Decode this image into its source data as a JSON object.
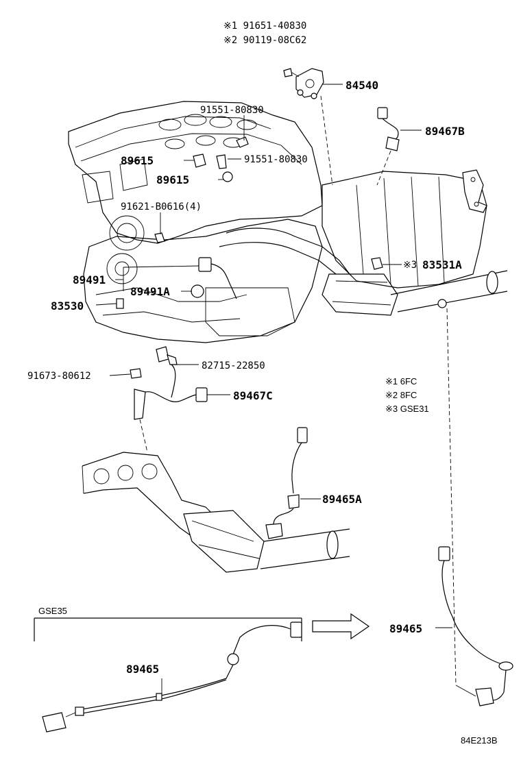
{
  "header_notes": {
    "note1": "※1 91651-40830",
    "note2": "※2 90119-08C62"
  },
  "labels": {
    "p84540": "84540",
    "p89467B": "89467B",
    "p91551_a": "91551-80830",
    "p91551_b": "91551-80830",
    "p89615_a": "89615",
    "p89615_b": "89615",
    "p91621": "91621-B0616(4)",
    "p89491": "89491",
    "p89491A": "89491A",
    "p83530": "83530",
    "p83531A_mark": "※3",
    "p83531A": "83531A",
    "p91673": "91673-80612",
    "p82715": "82715-22850",
    "p89467C": "89467C",
    "p89465A": "89465A",
    "p89465_right": "89465",
    "p89465_left": "89465"
  },
  "legend": {
    "l1": "※1 6FC",
    "l2": "※2 8FC",
    "l3": "※3 GSE31"
  },
  "gse35_label": "GSE35",
  "diagram_code": "84E213B"
}
